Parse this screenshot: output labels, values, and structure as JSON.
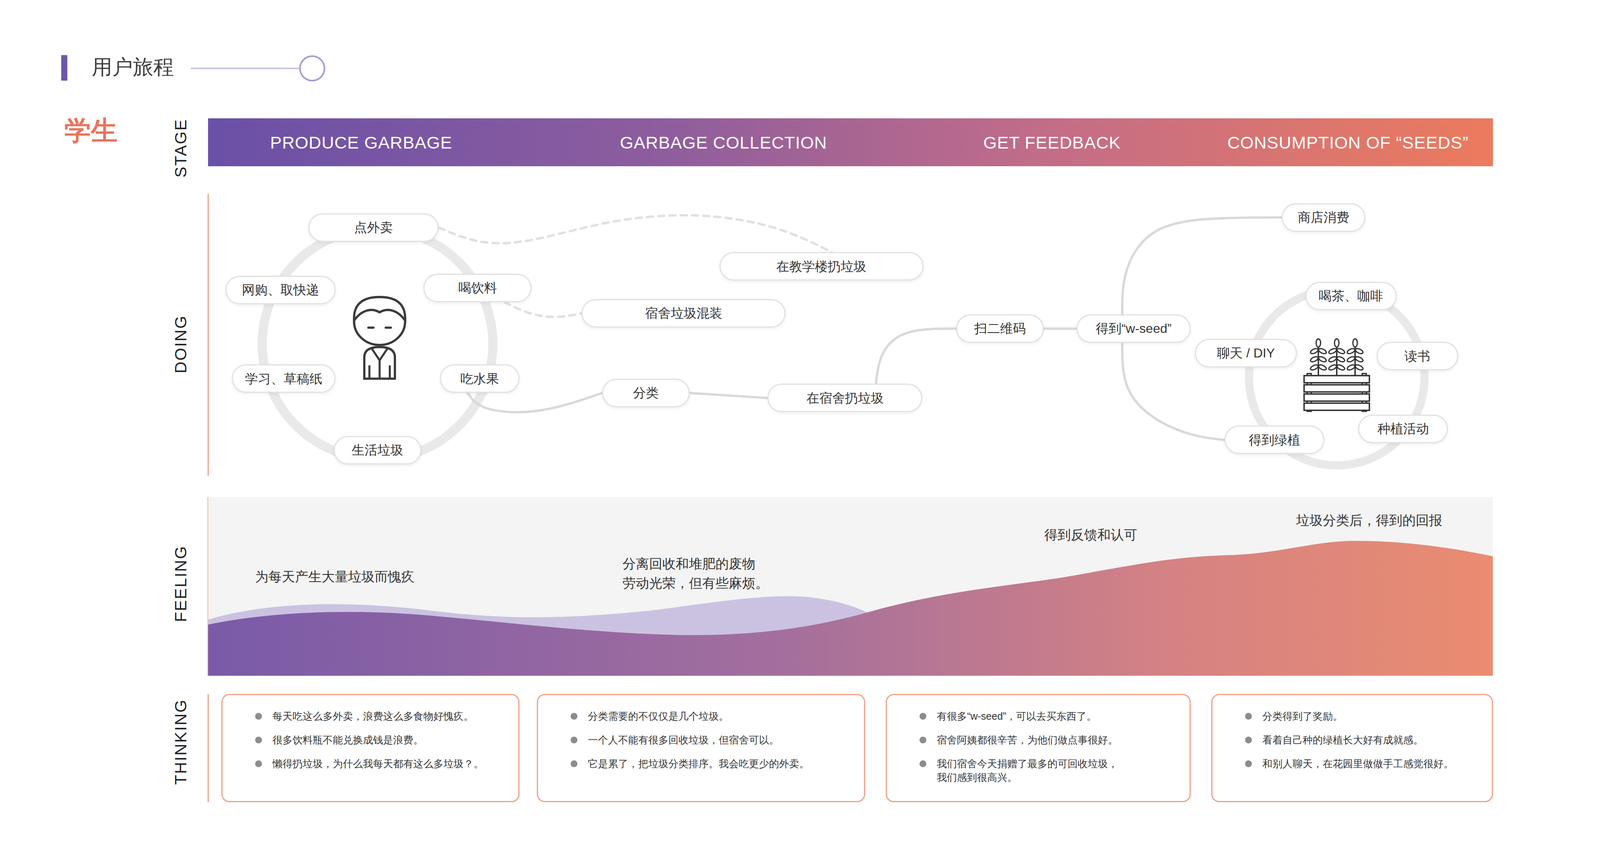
{
  "diagram": {
    "title": "用户旅程",
    "nodes": [
      {
        "text": [
          "PRODUCE GARBAGE",
          "GARBAGE COLLECTION",
          "GET FEEDBACK",
          "CONSUMPTION OF “SEEDS”"
        ]
      },
      {
        "text": [
          "点外卖"
        ]
      },
      {
        "text": [
          "网购、取快递"
        ]
      },
      {
        "text": [
          "喝饮料"
        ]
      },
      {
        "text": [
          "学习、草稿纸"
        ]
      },
      {
        "text": [
          "吃水果"
        ]
      },
      {
        "text": [
          "生活垃圾"
        ]
      },
      {
        "text": [
          "在教学楼扔垃圾"
        ]
      },
      {
        "text": [
          "宿舍垃圾混装"
        ]
      },
      {
        "text": [
          "分类"
        ]
      },
      {
        "text": [
          "在宿舍扔垃圾"
        ]
      },
      {
        "text": [
          "扫二维码"
        ]
      },
      {
        "text": [
          "得到“w-seed”"
        ]
      },
      {
        "text": [
          "商店消费"
        ]
      },
      {
        "text": [
          "喝茶、咖啡"
        ]
      },
      {
        "text": [
          "聊天 / DIY"
        ]
      },
      {
        "text": [
          "读书"
        ]
      },
      {
        "text": [
          "种植活动"
        ]
      },
      {
        "text": [
          "得到绿植"
        ]
      },
      {
        "text": [
          "每天吃这么多外卖，浪费这么多食物好愧疚。",
          "很多饮料瓶不能兑换成钱是浪费。",
          "懒得扔垃圾，为什么我每天都有这么多垃圾？。"
        ]
      },
      {
        "text": [
          "分类需要的不仅仅是几个垃圾。",
          "一个人不能有很多回收垃圾，但宿舍可以。",
          "它是累了，把垃圾分类排序。我会吃更少的外卖。"
        ]
      },
      {
        "text": [
          "有很多“w-seed”，可以去买东西了。",
          "宿舍阿姨都很辛苦，为他们做点事很好。",
          "我们宿舍今天捐赠了最多的可回收垃圾， 我们感到很高兴。"
        ]
      },
      {
        "text": [
          "分类得到了奖励。",
          "看着自己种的绿植长大好有成就感。",
          "和别人聊天，在花园里做做手工感觉很好。"
        ]
      }
    ],
    "edges": [
      {
        "from": 1,
        "to": 7,
        "arrow": "none"
      },
      {
        "from": 3,
        "to": 8,
        "arrow": "none"
      },
      {
        "from": 5,
        "to": 9,
        "arrow": "none"
      },
      {
        "from": 9,
        "to": 10,
        "arrow": "none"
      },
      {
        "from": 10,
        "to": 11,
        "arrow": "none"
      },
      {
        "from": 11,
        "to": 12,
        "arrow": "none"
      },
      {
        "from": 12,
        "to": 13,
        "arrow": "none"
      },
      {
        "from": 12,
        "to": 18,
        "arrow": "none"
      }
    ],
    "labels": [
      "学生",
      "STAGE",
      "DOING",
      "FEELING",
      "THINKING",
      "为每天产生大量垃圾而愧疚",
      "分离回收和堆肥的废物 劳动光荣，但有些麻烦。",
      "得到反馈和认可",
      "垃圾分类后，得到的回报"
    ]
  }
}
